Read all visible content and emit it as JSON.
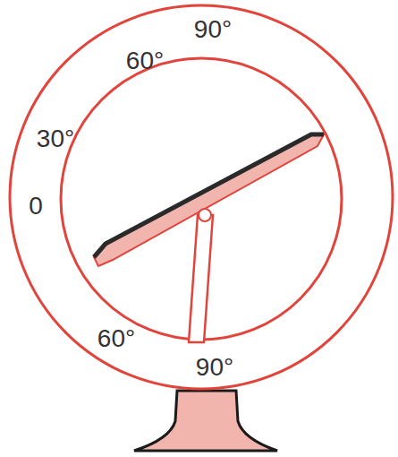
{
  "diagram": {
    "labels": [
      "90°",
      "60°",
      "30°",
      "0",
      "60°",
      "90°"
    ]
  }
}
